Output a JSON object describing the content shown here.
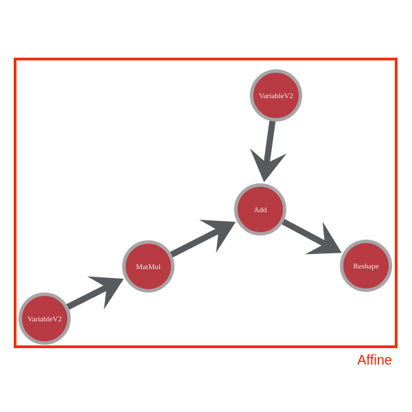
{
  "cluster": {
    "label": "Affine"
  },
  "nodes": [
    {
      "id": "var_top",
      "label": "VariableV2"
    },
    {
      "id": "add",
      "label": "Add"
    },
    {
      "id": "matmul",
      "label": "MatMul"
    },
    {
      "id": "reshape",
      "label": "Reshape"
    },
    {
      "id": "var_bottom",
      "label": "VariableV2"
    }
  ],
  "edges": [
    {
      "from": "var_bottom",
      "to": "matmul"
    },
    {
      "from": "matmul",
      "to": "add"
    },
    {
      "from": "var_top",
      "to": "add"
    },
    {
      "from": "add",
      "to": "reshape"
    }
  ],
  "colors": {
    "cluster_border": "#f03010",
    "cluster_label": "#ff2200",
    "node_fill": "#b83a42",
    "node_ring": "#a8a4a6",
    "node_text": "#f0eaea",
    "edge": "#575b5d"
  }
}
